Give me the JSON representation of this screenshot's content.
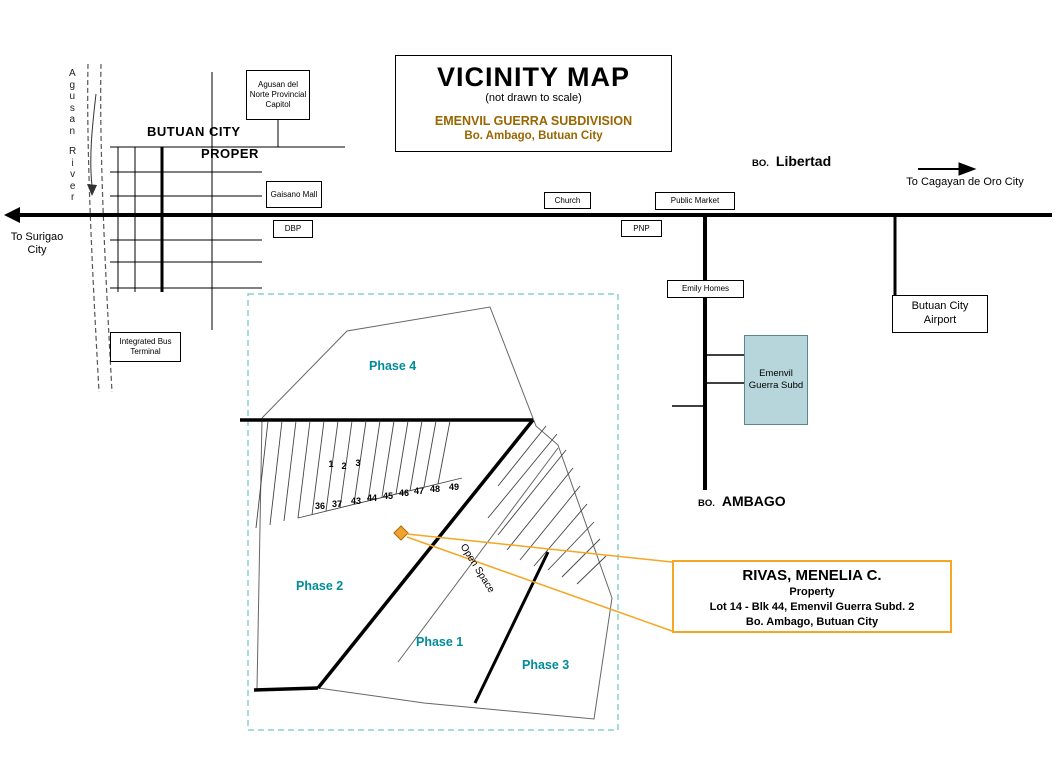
{
  "header": {
    "title": "VICINITY MAP",
    "scale_note": "(not drawn to scale)",
    "subdivision_name": "EMENVIL GUERRA SUBDIVISION",
    "subdivision_location": "Bo. Ambago, Butuan City"
  },
  "city_labels": {
    "butuan_city": "BUTUAN CITY",
    "proper": "PROPER"
  },
  "river": {
    "word1": "A\ng\nu\ns\na\nn",
    "word2": "R\ni\nv\ne\nr"
  },
  "directions": {
    "surigao": "To Surigao City",
    "cagayan": "To Cagayan de Oro City"
  },
  "barangays": {
    "libertad_prefix": "BO.",
    "libertad": "Libertad",
    "ambago_prefix": "BO.",
    "ambago": "AMBAGO"
  },
  "landmarks": {
    "capitol": "Agusan del Norte Provincial Capitol",
    "gaisano_mall": "Gaisano Mall",
    "dbp": "DBP",
    "church": "Church",
    "public_market": "Public Market",
    "pnp": "PNP",
    "emily_homes": "Emily Homes",
    "butuan_airport": "Butuan City Airport",
    "bus_terminal": "Integrated Bus Terminal",
    "emenvil_subd": "Emenvil Guerra Subd"
  },
  "subdivision": {
    "phase1": "Phase 1",
    "phase2": "Phase 2",
    "phase3": "Phase 3",
    "phase4": "Phase 4",
    "open_space": "Open Space",
    "lot_row_upper": [
      "1",
      "2",
      "3"
    ],
    "lot_row_lower": [
      "36",
      "37",
      "43",
      "44",
      "45",
      "46",
      "47",
      "48",
      "49"
    ]
  },
  "callout": {
    "owner": "RIVAS, MENELIA C.",
    "label": "Property",
    "lot_block": "Lot 14 - Blk 44, Emenvil Guerra Subd. 2",
    "location": "Bo. Ambago, Butuan City"
  },
  "colors": {
    "subdivision_accent": "#996600",
    "phase_label": "#008c99",
    "marker": "#f0a22e",
    "callout_border": "#f5a623",
    "emenvil_box_fill": "#b7d6db",
    "boundary_dashed": "#4cb8b8"
  }
}
